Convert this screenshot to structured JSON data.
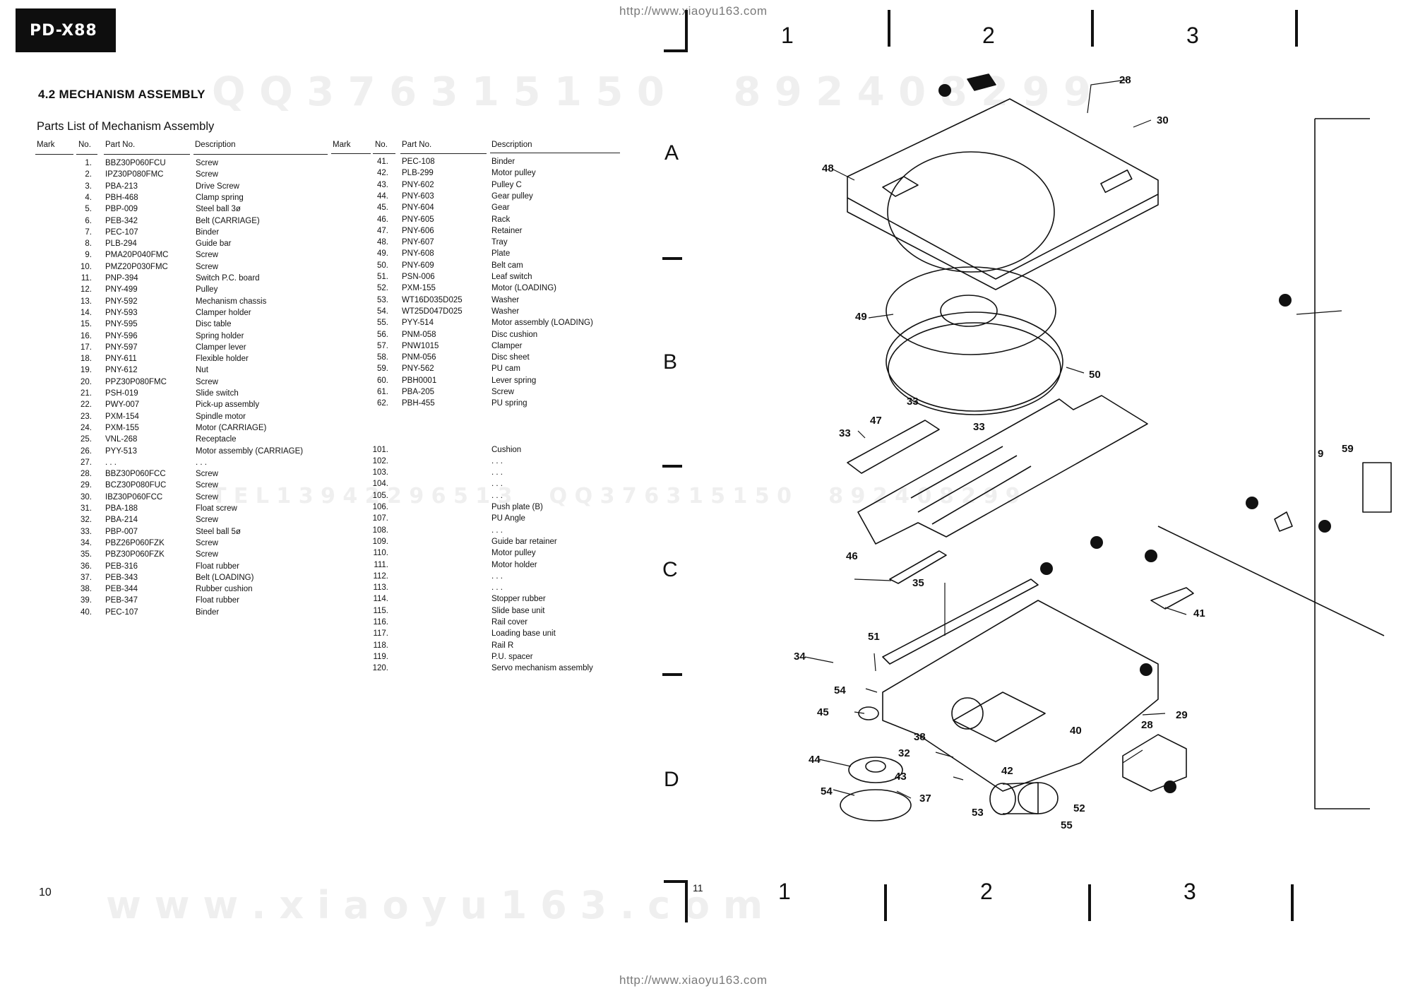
{
  "page": {
    "model_badge": "PD-X88",
    "url_top": "http://www.xiaoyu163.com",
    "url_bottom": "http://www.xiaoyu163.com",
    "section_title": "4.2 MECHANISM ASSEMBLY",
    "parts_title": "Parts List of Mechanism Assembly",
    "page_left": "10",
    "page_right": "11"
  },
  "headers": {
    "mark": "Mark",
    "no": "No.",
    "part_no": "Part No.",
    "description": "Description"
  },
  "parts_left": [
    {
      "no": "1.",
      "part": "BBZ30P060FCU",
      "desc": "Screw"
    },
    {
      "no": "2.",
      "part": "IPZ30P080FMC",
      "desc": "Screw"
    },
    {
      "no": "3.",
      "part": "PBA-213",
      "desc": "Drive Screw"
    },
    {
      "no": "4.",
      "part": "PBH-468",
      "desc": "Clamp spring"
    },
    {
      "no": "5.",
      "part": "PBP-009",
      "desc": "Steel ball 3ø"
    },
    {
      "no": "6.",
      "part": "PEB-342",
      "desc": "Belt (CARRIAGE)"
    },
    {
      "no": "7.",
      "part": "PEC-107",
      "desc": "Binder"
    },
    {
      "no": "8.",
      "part": "PLB-294",
      "desc": "Guide bar"
    },
    {
      "no": "9.",
      "part": "PMA20P040FMC",
      "desc": "Screw"
    },
    {
      "no": "10.",
      "part": "PMZ20P030FMC",
      "desc": "Screw"
    },
    {
      "no": "11.",
      "part": "PNP-394",
      "desc": "Switch P.C. board"
    },
    {
      "no": "12.",
      "part": "PNY-499",
      "desc": "Pulley"
    },
    {
      "no": "13.",
      "part": "PNY-592",
      "desc": "Mechanism chassis"
    },
    {
      "no": "14.",
      "part": "PNY-593",
      "desc": "Clamper holder"
    },
    {
      "no": "15.",
      "part": "PNY-595",
      "desc": "Disc table"
    },
    {
      "no": "16.",
      "part": "PNY-596",
      "desc": "Spring holder"
    },
    {
      "no": "17.",
      "part": "PNY-597",
      "desc": "Clamper lever"
    },
    {
      "no": "18.",
      "part": "PNY-611",
      "desc": "Flexible holder"
    },
    {
      "no": "19.",
      "part": "PNY-612",
      "desc": "Nut"
    },
    {
      "no": "20.",
      "part": "PPZ30P080FMC",
      "desc": "Screw"
    },
    {
      "no": "21.",
      "part": "PSH-019",
      "desc": "Slide switch"
    },
    {
      "no": "22.",
      "part": "PWY-007",
      "desc": "Pick-up assembly"
    },
    {
      "no": "23.",
      "part": "PXM-154",
      "desc": "Spindle motor"
    },
    {
      "no": "24.",
      "part": "PXM-155",
      "desc": "Motor (CARRIAGE)"
    },
    {
      "no": "25.",
      "part": "VNL-268",
      "desc": "Receptacle"
    },
    {
      "no": "26.",
      "part": "PYY-513",
      "desc": "Motor assembly (CARRIAGE)"
    },
    {
      "no": "27.",
      "part": ". . .",
      "desc": ". . ."
    },
    {
      "no": "28.",
      "part": "BBZ30P060FCC",
      "desc": "Screw"
    },
    {
      "no": "29.",
      "part": "BCZ30P080FUC",
      "desc": "Screw"
    },
    {
      "no": "30.",
      "part": "IBZ30P060FCC",
      "desc": "Screw"
    },
    {
      "no": "31.",
      "part": "PBA-188",
      "desc": "Float screw"
    },
    {
      "no": "32.",
      "part": "PBA-214",
      "desc": "Screw"
    },
    {
      "no": "33.",
      "part": "PBP-007",
      "desc": "Steel ball 5ø"
    },
    {
      "no": "34.",
      "part": "PBZ26P060FZK",
      "desc": "Screw"
    },
    {
      "no": "35.",
      "part": "PBZ30P060FZK",
      "desc": "Screw"
    },
    {
      "no": "36.",
      "part": "PEB-316",
      "desc": "Float rubber"
    },
    {
      "no": "37.",
      "part": "PEB-343",
      "desc": "Belt (LOADING)"
    },
    {
      "no": "38.",
      "part": "PEB-344",
      "desc": "Rubber cushion"
    },
    {
      "no": "39.",
      "part": "PEB-347",
      "desc": "Float rubber"
    },
    {
      "no": "40.",
      "part": "PEC-107",
      "desc": "Binder"
    }
  ],
  "parts_right": [
    {
      "no": "41.",
      "part": "PEC-108",
      "desc": "Binder"
    },
    {
      "no": "42.",
      "part": "PLB-299",
      "desc": "Motor pulley"
    },
    {
      "no": "43.",
      "part": "PNY-602",
      "desc": "Pulley C"
    },
    {
      "no": "44.",
      "part": "PNY-603",
      "desc": "Gear pulley"
    },
    {
      "no": "45.",
      "part": "PNY-604",
      "desc": "Gear"
    },
    {
      "no": "46.",
      "part": "PNY-605",
      "desc": "Rack"
    },
    {
      "no": "47.",
      "part": "PNY-606",
      "desc": "Retainer"
    },
    {
      "no": "48.",
      "part": "PNY-607",
      "desc": "Tray"
    },
    {
      "no": "49.",
      "part": "PNY-608",
      "desc": "Plate"
    },
    {
      "no": "50.",
      "part": "PNY-609",
      "desc": "Belt cam"
    },
    {
      "no": "51.",
      "part": "PSN-006",
      "desc": "Leaf switch"
    },
    {
      "no": "52.",
      "part": "PXM-155",
      "desc": "Motor (LOADING)"
    },
    {
      "no": "53.",
      "part": "WT16D035D025",
      "desc": "Washer"
    },
    {
      "no": "54.",
      "part": "WT25D047D025",
      "desc": "Washer"
    },
    {
      "no": "55.",
      "part": "PYY-514",
      "desc": "Motor assembly (LOADING)"
    },
    {
      "no": "56.",
      "part": "PNM-058",
      "desc": "Disc cushion"
    },
    {
      "no": "57.",
      "part": "PNW1015",
      "desc": "Clamper"
    },
    {
      "no": "58.",
      "part": "PNM-056",
      "desc": "Disc sheet"
    },
    {
      "no": "59.",
      "part": "PNY-562",
      "desc": "PU cam"
    },
    {
      "no": "60.",
      "part": "PBH0001",
      "desc": "Lever spring"
    },
    {
      "no": "61.",
      "part": "PBA-205",
      "desc": "Screw"
    },
    {
      "no": "62.",
      "part": "PBH-455",
      "desc": "PU spring"
    },
    {
      "no": "101.",
      "part": "",
      "desc": "Cushion"
    },
    {
      "no": "102.",
      "part": "",
      "desc": ". . ."
    },
    {
      "no": "103.",
      "part": "",
      "desc": ". . ."
    },
    {
      "no": "104.",
      "part": "",
      "desc": ". . ."
    },
    {
      "no": "105.",
      "part": "",
      "desc": ". . ."
    },
    {
      "no": "106.",
      "part": "",
      "desc": "Push plate (B)"
    },
    {
      "no": "107.",
      "part": "",
      "desc": "PU Angle"
    },
    {
      "no": "108.",
      "part": "",
      "desc": ". . ."
    },
    {
      "no": "109.",
      "part": "",
      "desc": "Guide bar retainer"
    },
    {
      "no": "110.",
      "part": "",
      "desc": "Motor pulley"
    },
    {
      "no": "111.",
      "part": "",
      "desc": "Motor holder"
    },
    {
      "no": "112.",
      "part": "",
      "desc": ". . ."
    },
    {
      "no": "113.",
      "part": "",
      "desc": ". . ."
    },
    {
      "no": "114.",
      "part": "",
      "desc": "Stopper rubber"
    },
    {
      "no": "115.",
      "part": "",
      "desc": "Slide base unit"
    },
    {
      "no": "116.",
      "part": "",
      "desc": "Rail cover"
    },
    {
      "no": "117.",
      "part": "",
      "desc": "Loading base unit"
    },
    {
      "no": "118.",
      "part": "",
      "desc": "Rail R"
    },
    {
      "no": "119.",
      "part": "",
      "desc": "P.U. spacer"
    },
    {
      "no": "120.",
      "part": "",
      "desc": "Servo mechanism assembly"
    }
  ],
  "grid": {
    "columns": [
      "1",
      "2",
      "3"
    ],
    "rows": [
      "A",
      "B",
      "C",
      "D"
    ]
  },
  "callouts": {
    "c28": "28",
    "c30": "30",
    "c48": "48",
    "c49": "49",
    "c50": "50",
    "c33a": "33",
    "c33b": "33",
    "c33c": "33",
    "c47": "47",
    "c9": "9",
    "c59": "59",
    "c46": "46",
    "c35": "35",
    "c41": "41",
    "c51": "51",
    "c34": "34",
    "c54a": "54",
    "c45": "45",
    "c38": "38",
    "c32": "32",
    "c43": "43",
    "c44": "44",
    "c54b": "54",
    "c37": "37",
    "c53": "53",
    "c42": "42",
    "c52": "52",
    "c55": "55",
    "c40": "40",
    "c28b": "28",
    "c29": "29"
  },
  "watermarks": {
    "top": "Q Q 3 7 6 3 1 5 1 5 0     8 9 2 4 0 8 2 9 9",
    "mid": "T E L 1 3 9 4 2 2 9 6 5 1 3     Q Q 3 7 6 3 1 5 1 5 0     8 9 2 4 0 8 2 9 9",
    "bottom": "w w w . x i a o y u 1 6 3 . c o m"
  }
}
